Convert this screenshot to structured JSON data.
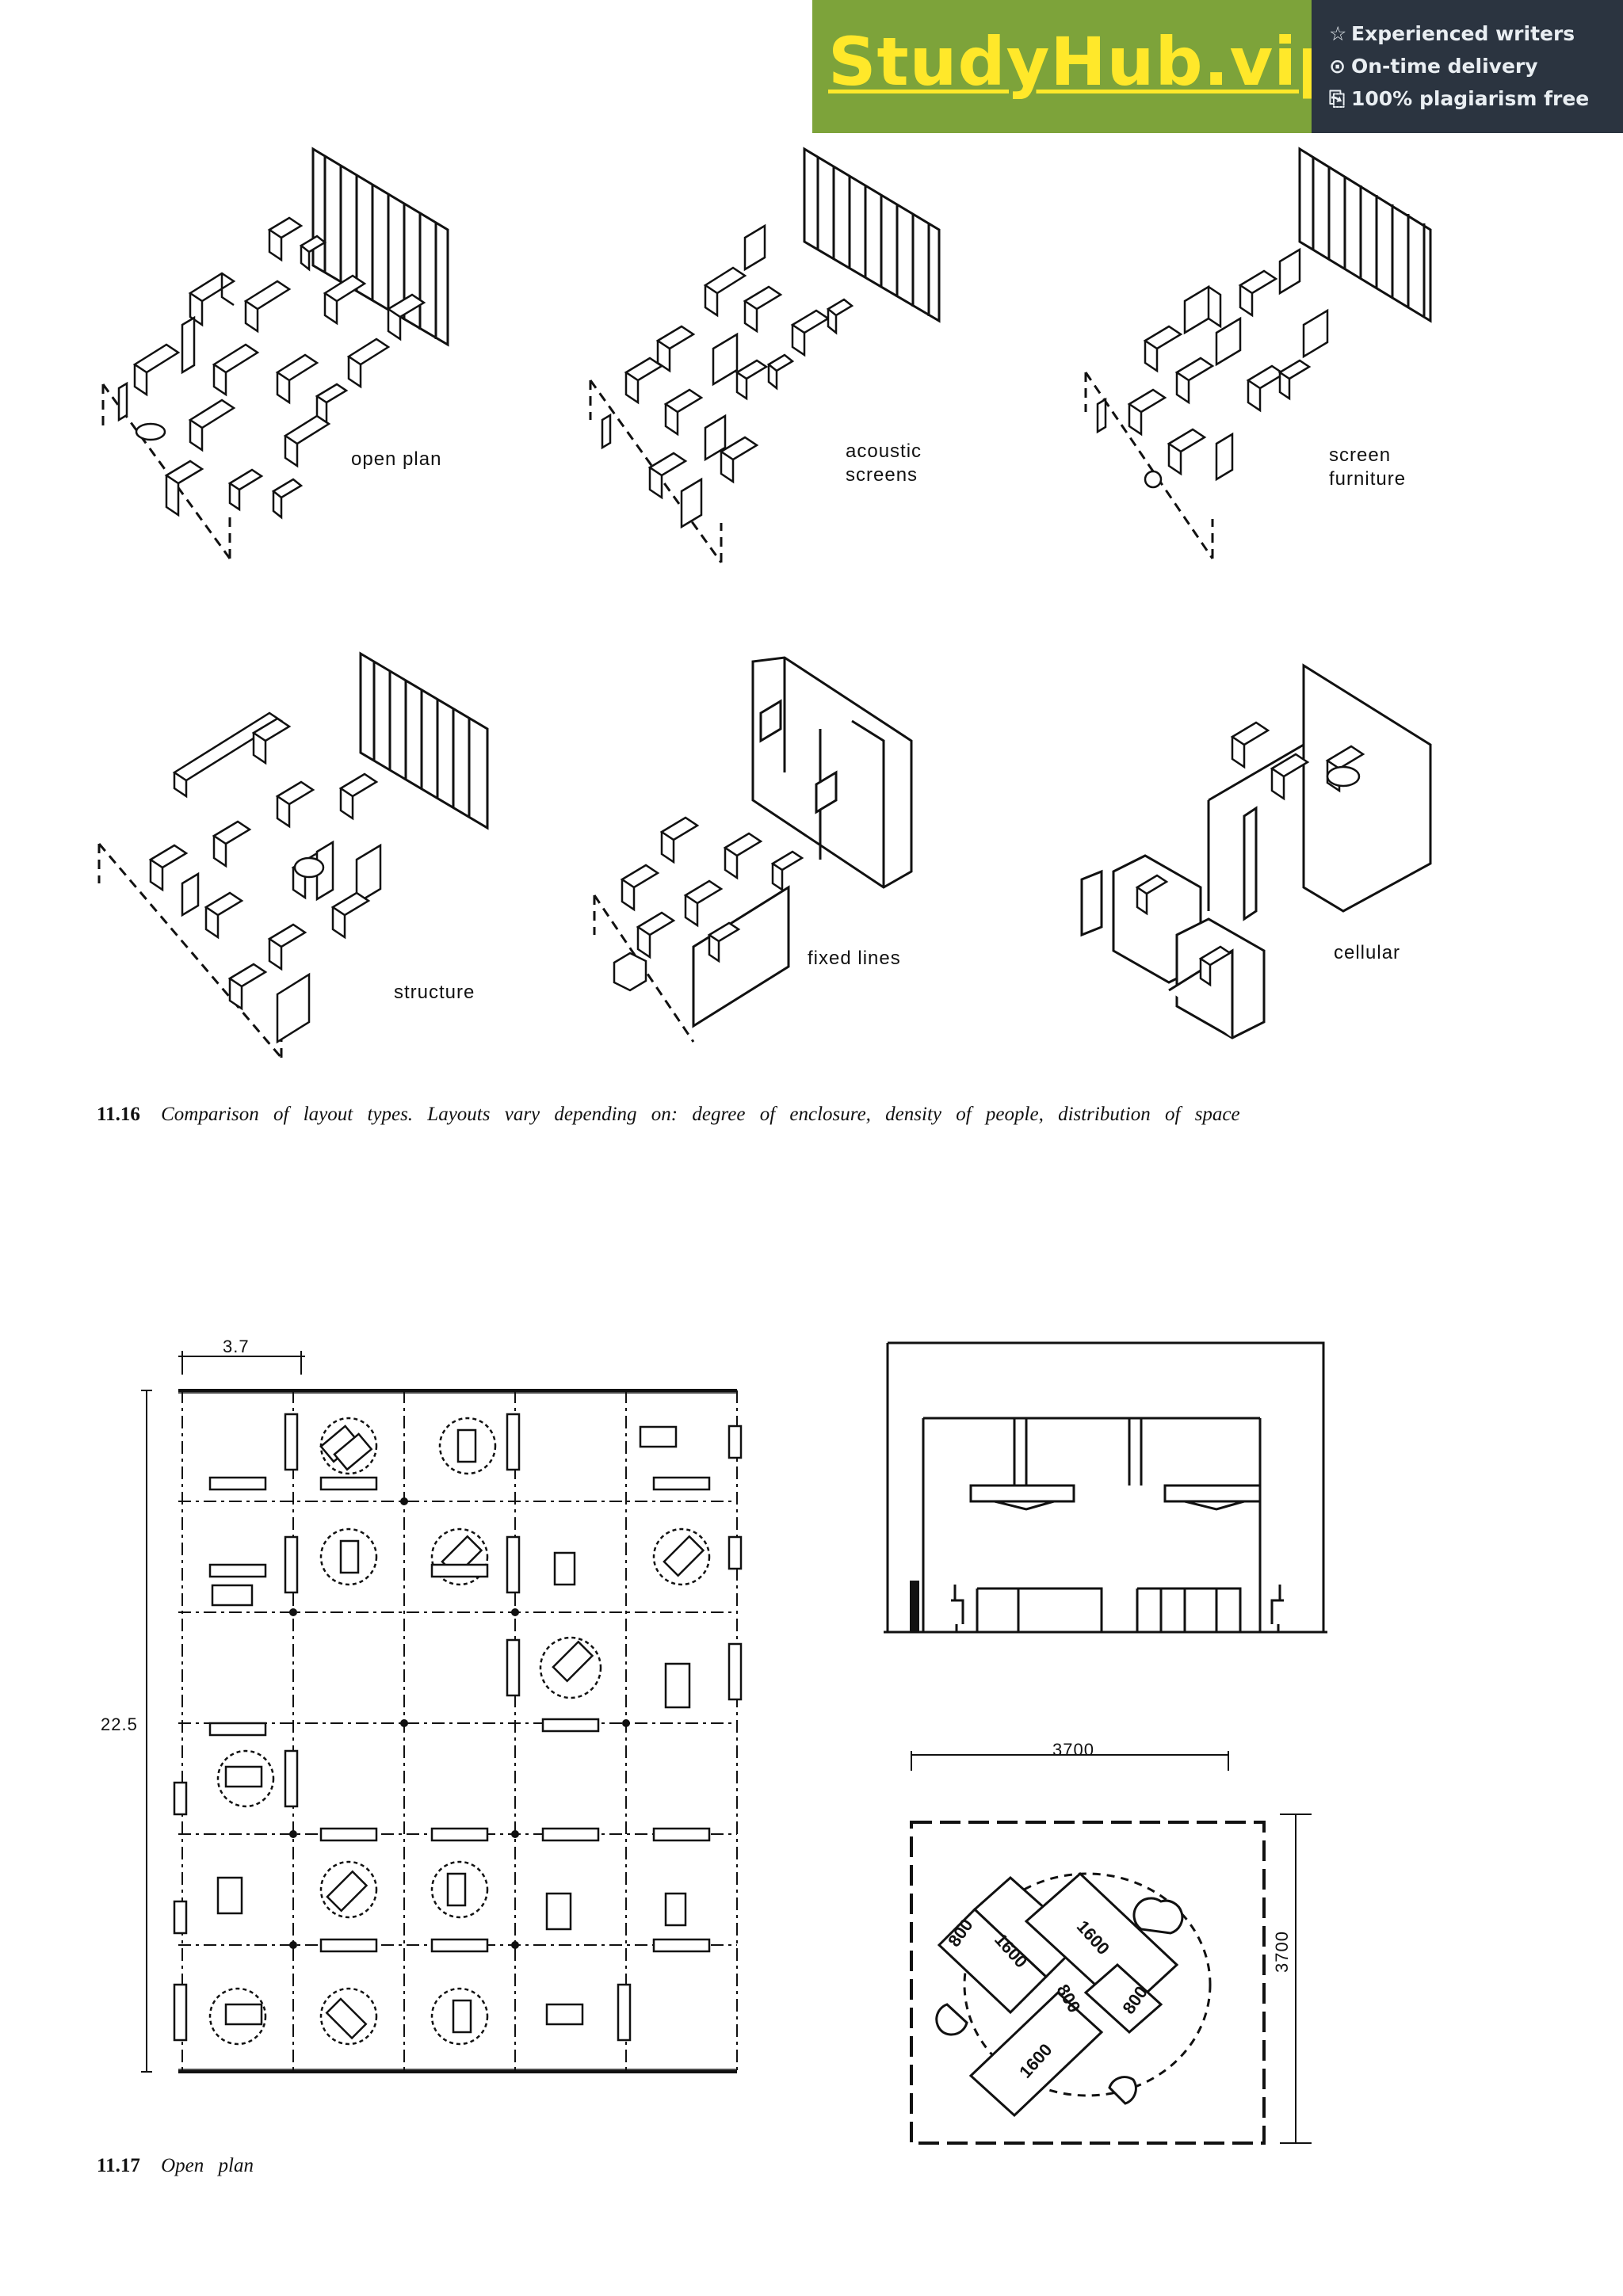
{
  "banner": {
    "brand": "StudyHub.vip",
    "features": [
      {
        "icon": "star-icon",
        "text": "Experienced writers"
      },
      {
        "icon": "clock-icon",
        "text": "On-time delivery"
      },
      {
        "icon": "document-check-icon",
        "text": "100% plagiarism free"
      }
    ],
    "colors": {
      "left": "#7da33a",
      "right": "#2b3440",
      "brand": "#ffe82a"
    }
  },
  "figure_11_16": {
    "panels": [
      {
        "label": "open plan"
      },
      {
        "label": "acoustic\nscreens"
      },
      {
        "label": "screen\nfurniture"
      },
      {
        "label": "structure"
      },
      {
        "label": "fixed lines"
      },
      {
        "label": "cellular"
      }
    ],
    "caption_number": "11.16",
    "caption_text": "Comparison of layout types. Layouts vary depending on: degree of enclosure, density of people, distribution of space"
  },
  "figure_11_17": {
    "grid_dimension": "3.7",
    "overall_dimension": "22.5",
    "plan_width": "3700",
    "plan_height": "3700",
    "desk_labels": [
      "800",
      "1600",
      "1600",
      "800",
      "800",
      "1600"
    ],
    "caption_number": "11.17",
    "caption_text": "Open plan"
  }
}
